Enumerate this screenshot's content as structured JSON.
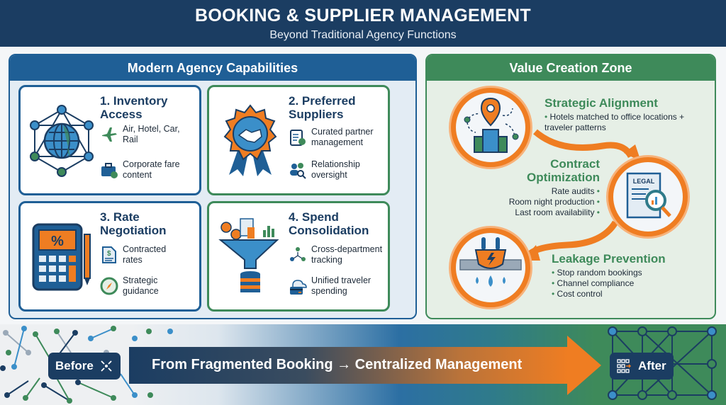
{
  "header": {
    "title": "BOOKING & SUPPLIER MANAGEMENT",
    "subtitle": "Beyond Traditional Agency Functions"
  },
  "left_panel": {
    "title": "Modern Agency Capabilities",
    "cards": [
      {
        "number": "1.",
        "title_line1": "1. Inventory",
        "title_line2": "Access",
        "icon": "globe-network-icon",
        "items": [
          {
            "icon": "airplane-hotel-car-rail-icons",
            "text": "Air, Hotel, Car, Rail"
          },
          {
            "icon": "briefcase-discount-icon",
            "text": "Corporate fare content"
          }
        ]
      },
      {
        "number": "2.",
        "title_line1": "2. Preferred",
        "title_line2": "Suppliers",
        "icon": "handshake-badge-icon",
        "items": [
          {
            "icon": "clipboard-check-icon",
            "text": "Curated partner management"
          },
          {
            "icon": "people-search-icon",
            "text": "Relationship oversight"
          }
        ]
      },
      {
        "number": "3.",
        "title_line1": "3. Rate",
        "title_line2": "Negotiation",
        "icon": "calculator-percent-icon",
        "items": [
          {
            "icon": "dollar-document-icon",
            "text": "Contracted rates"
          },
          {
            "icon": "compass-icon",
            "text": "Strategic guidance"
          }
        ]
      },
      {
        "number": "4.",
        "title_line1": "4. Spend",
        "title_line2": "Consolidation",
        "icon": "funnel-database-icon",
        "items": [
          {
            "icon": "team-network-icon",
            "text": "Cross-department tracking"
          },
          {
            "icon": "cloud-card-icon",
            "text": "Unified traveler spending"
          }
        ]
      }
    ]
  },
  "right_panel": {
    "title": "Value Creation Zone",
    "sections": [
      {
        "title": "Strategic Alignment",
        "icon": "location-building-icon",
        "bullets": [
          "Hotels matched to office locations + traveler patterns"
        ]
      },
      {
        "title_line1": "Contract",
        "title_line2": "Optimization",
        "icon": "legal-document-magnifier-icon",
        "bullets": [
          "Rate audits",
          "Room night production",
          "Last room availability"
        ]
      },
      {
        "title": "Leakage Prevention",
        "icon": "plug-pipe-leak-icon",
        "bullets": [
          "Stop random bookings",
          "Channel compliance",
          "Cost control"
        ]
      }
    ]
  },
  "bottom_banner": {
    "before_label": "Before",
    "after_label": "After",
    "arrow_text": "From Fragmented Booking → Centralized Management"
  },
  "colors": {
    "navy": "#1b3d62",
    "blue": "#1f5f96",
    "green": "#3e8a5a",
    "orange": "#ef7d22"
  }
}
